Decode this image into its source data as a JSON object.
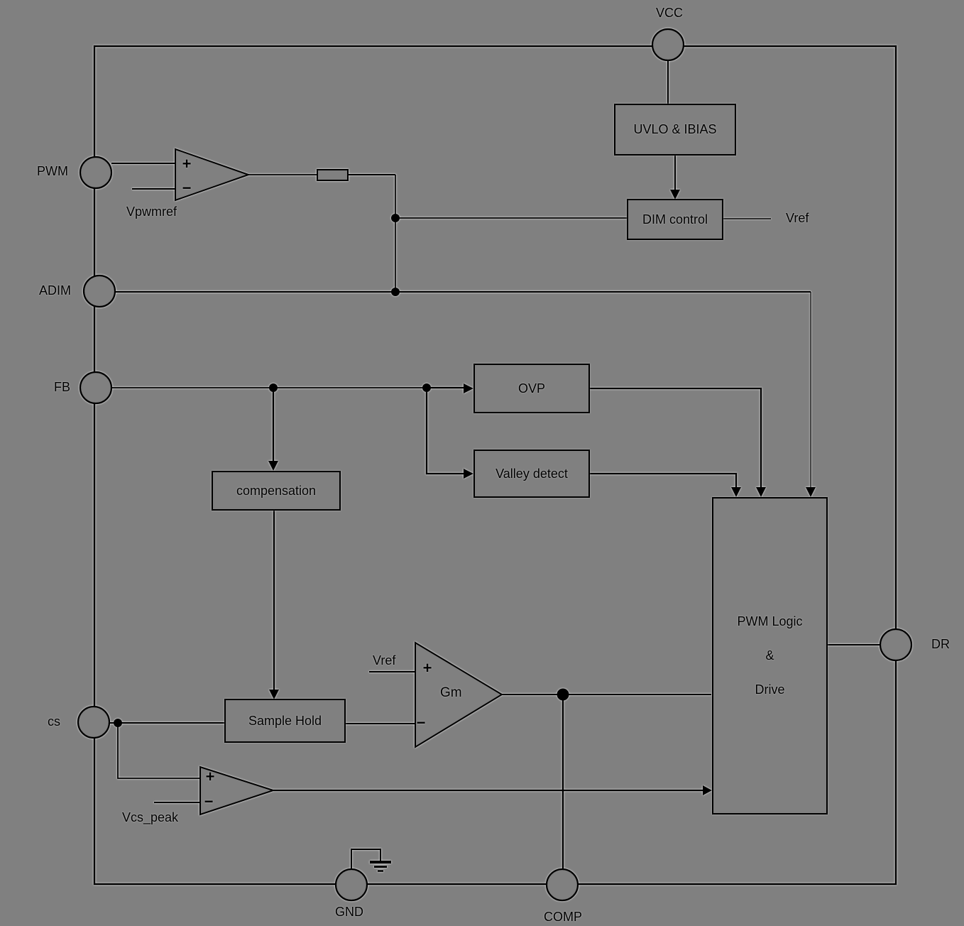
{
  "colors": {
    "background": "#808080",
    "line": "#000000",
    "block_fill": "#808080"
  },
  "pins": {
    "vcc": "VCC",
    "pwm": "PWM",
    "adim": "ADIM",
    "fb": "FB",
    "cs": "cs",
    "gnd": "GND",
    "comp": "COMP",
    "dr": "DR"
  },
  "blocks": {
    "uvlo": "UVLO & IBIAS",
    "dim_control": "DIM control",
    "ovp": "OVP",
    "valley_detect": "Valley detect",
    "compensation": "compensation",
    "sample_hold": "Sample Hold",
    "pwm_logic": {
      "line1": "PWM Logic",
      "line2": "&",
      "line3": "Drive"
    }
  },
  "amps": {
    "pwm_comparator": {
      "plus": "+",
      "minus": "−",
      "ref": "Vpwmref"
    },
    "gm_amp": {
      "name": "Gm",
      "plus": "+",
      "minus": "−",
      "ref": "Vref"
    },
    "cs_comparator": {
      "plus": "+",
      "minus": "−",
      "ref": "Vcs_peak"
    }
  },
  "signals": {
    "vref_out": "Vref"
  }
}
